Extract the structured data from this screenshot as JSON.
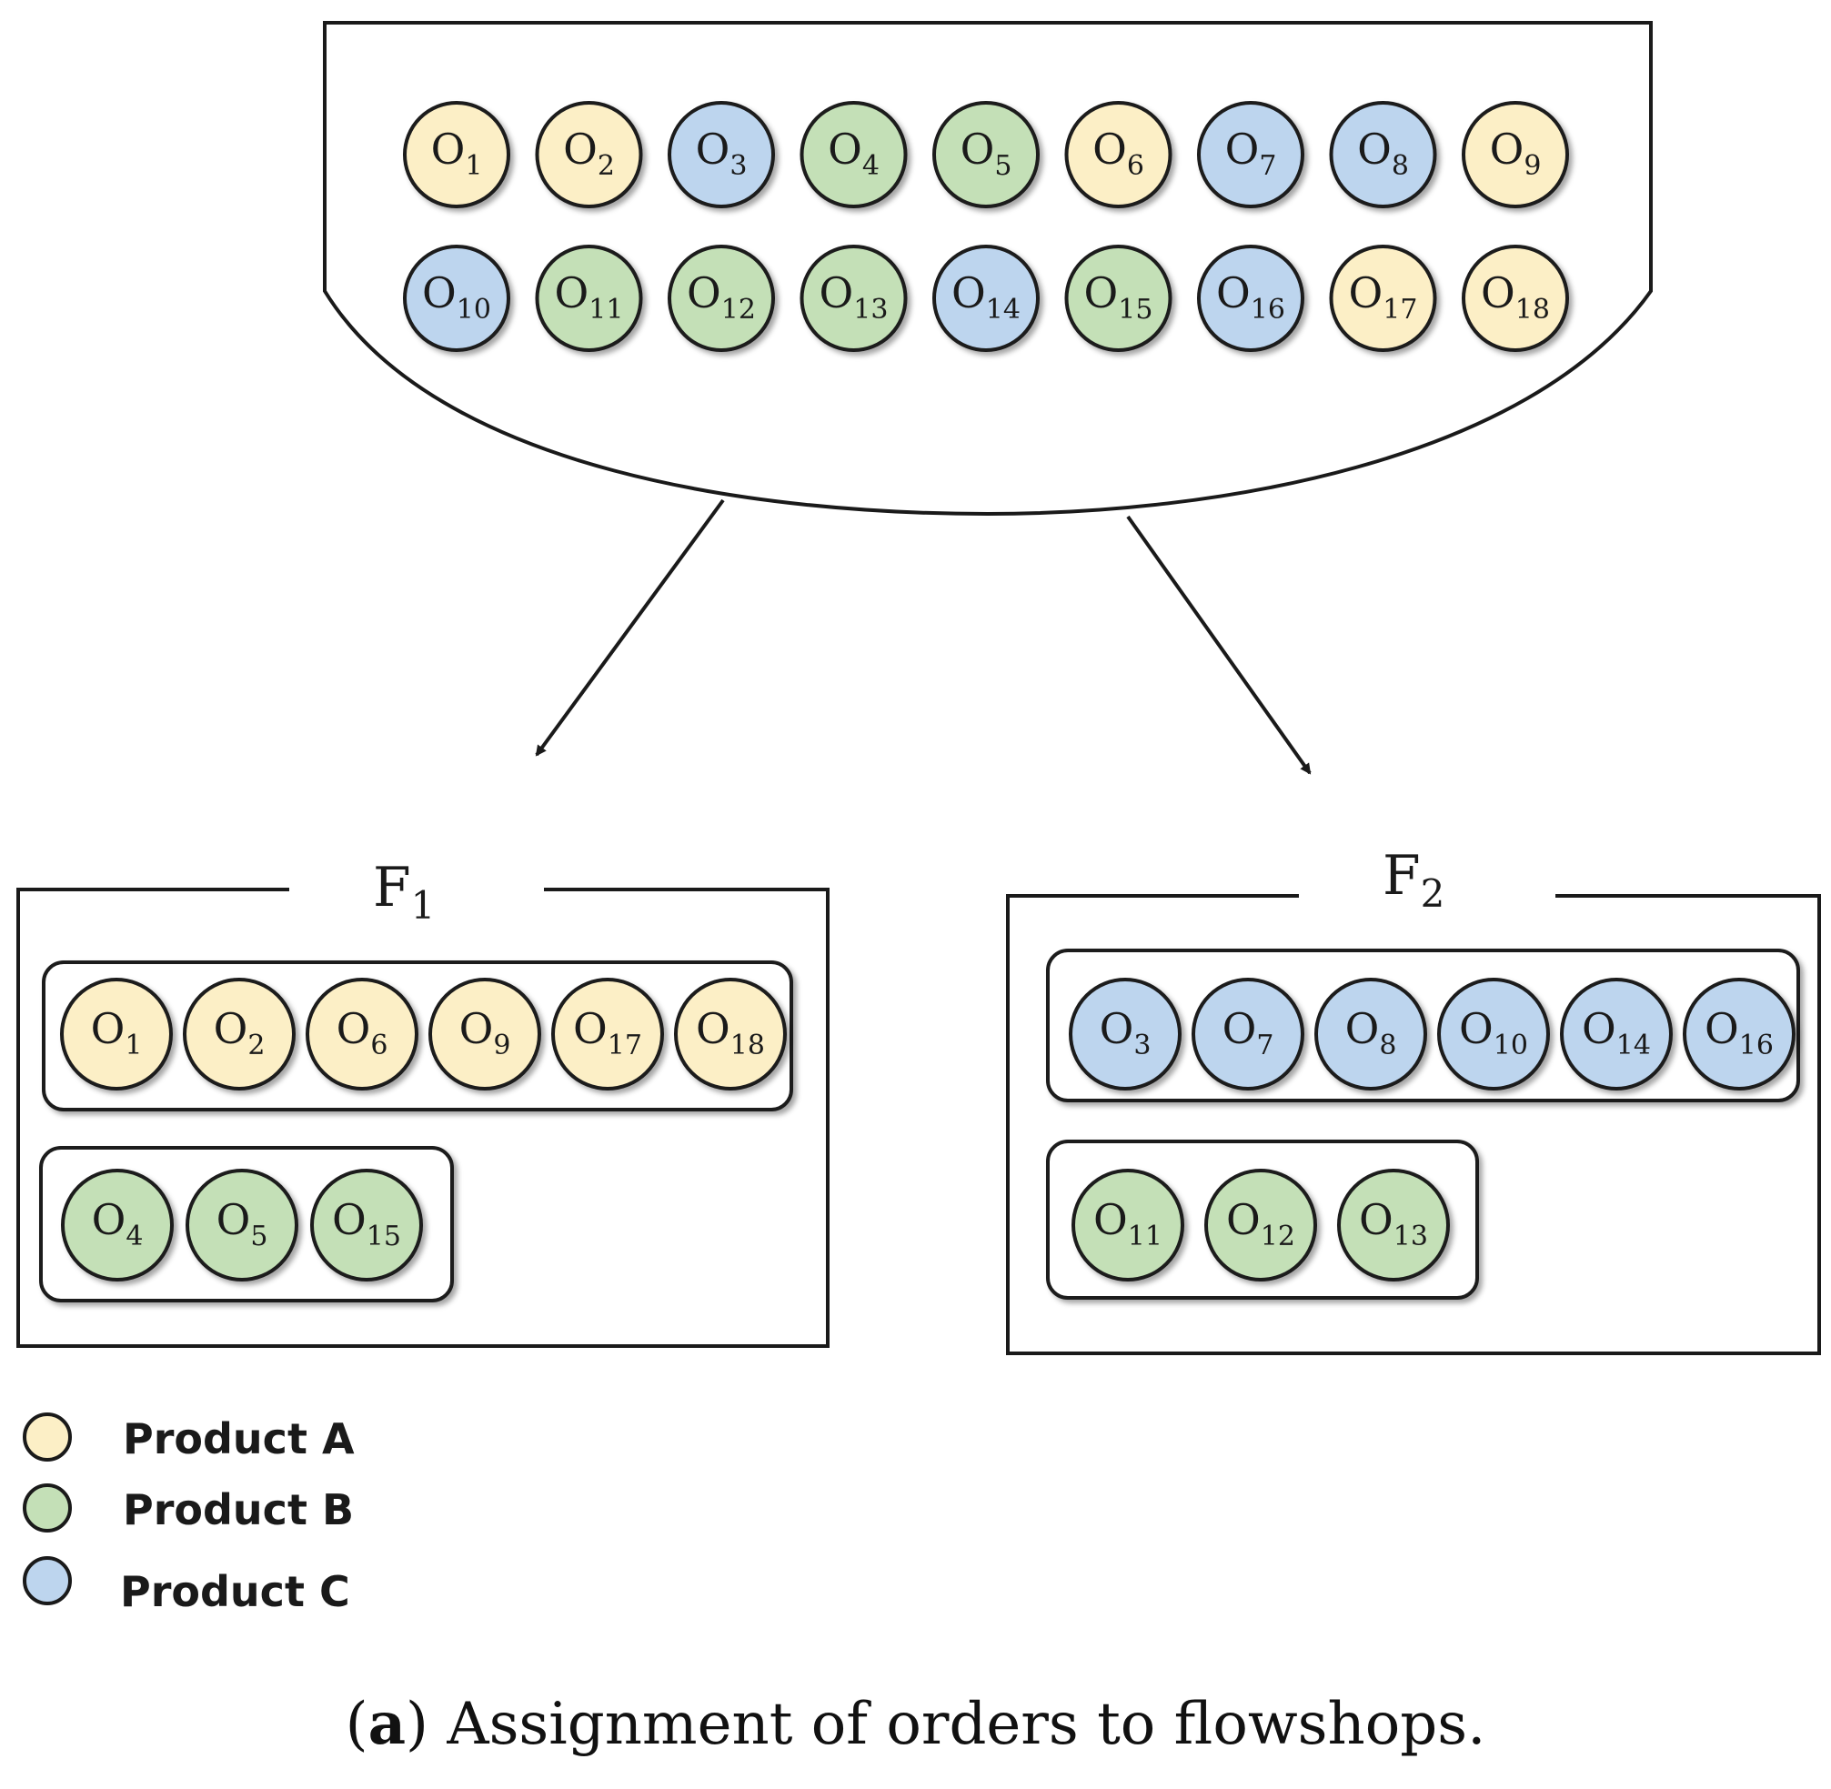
{
  "colors": {
    "product_a": "#fcefc6",
    "product_b": "#c4e0b7",
    "product_c": "#bdd5ee",
    "stroke": "#1a1a1a"
  },
  "pool": {
    "rows": [
      [
        {
          "id": "O1",
          "base": "O",
          "sub": "1",
          "product": "A"
        },
        {
          "id": "O2",
          "base": "O",
          "sub": "2",
          "product": "A"
        },
        {
          "id": "O3",
          "base": "O",
          "sub": "3",
          "product": "C"
        },
        {
          "id": "O4",
          "base": "O",
          "sub": "4",
          "product": "B"
        },
        {
          "id": "O5",
          "base": "O",
          "sub": "5",
          "product": "B"
        },
        {
          "id": "O6",
          "base": "O",
          "sub": "6",
          "product": "A"
        },
        {
          "id": "O7",
          "base": "O",
          "sub": "7",
          "product": "C"
        },
        {
          "id": "O8",
          "base": "O",
          "sub": "8",
          "product": "C"
        },
        {
          "id": "O9",
          "base": "O",
          "sub": "9",
          "product": "A"
        }
      ],
      [
        {
          "id": "O10",
          "base": "O",
          "sub": "10",
          "product": "C"
        },
        {
          "id": "O11",
          "base": "O",
          "sub": "11",
          "product": "B"
        },
        {
          "id": "O12",
          "base": "O",
          "sub": "12",
          "product": "B"
        },
        {
          "id": "O13",
          "base": "O",
          "sub": "13",
          "product": "B"
        },
        {
          "id": "O14",
          "base": "O",
          "sub": "14",
          "product": "C"
        },
        {
          "id": "O15",
          "base": "O",
          "sub": "15",
          "product": "B"
        },
        {
          "id": "O16",
          "base": "O",
          "sub": "16",
          "product": "C"
        },
        {
          "id": "O17",
          "base": "O",
          "sub": "17",
          "product": "A"
        },
        {
          "id": "O18",
          "base": "O",
          "sub": "18",
          "product": "A"
        }
      ]
    ]
  },
  "flowshops": [
    {
      "base": "F",
      "sub": "1",
      "groups": [
        [
          "O1",
          "O2",
          "O6",
          "O9",
          "O17",
          "O18"
        ],
        [
          "O4",
          "O5",
          "O15"
        ]
      ]
    },
    {
      "base": "F",
      "sub": "2",
      "groups": [
        [
          "O3",
          "O7",
          "O8",
          "O10",
          "O14",
          "O16"
        ],
        [
          "O11",
          "O12",
          "O13"
        ]
      ]
    }
  ],
  "legend": [
    {
      "product": "A",
      "label": "Product A"
    },
    {
      "product": "B",
      "label": "Product B"
    },
    {
      "product": "C",
      "label": "Product C"
    }
  ],
  "caption": {
    "letter": "a",
    "text": "Assignment of orders to flowshops."
  }
}
